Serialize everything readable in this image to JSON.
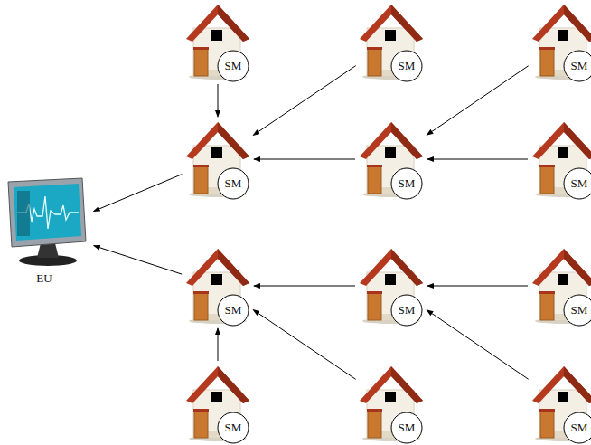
{
  "diagram": {
    "nodes": [
      {
        "text": [
          "EU"
        ]
      },
      {
        "text": [
          "SM"
        ]
      },
      {
        "text": [
          "SM"
        ]
      },
      {
        "text": [
          "SM"
        ]
      },
      {
        "text": [
          "SM"
        ]
      },
      {
        "text": [
          "SM"
        ]
      },
      {
        "text": [
          "SM"
        ]
      },
      {
        "text": [
          "SM"
        ]
      },
      {
        "text": [
          "SM"
        ]
      },
      {
        "text": [
          "SM"
        ]
      },
      {
        "text": [
          "SM"
        ]
      },
      {
        "text": [
          "SM"
        ]
      },
      {
        "text": [
          "SM"
        ]
      }
    ],
    "edges": [
      {
        "from": 1,
        "to": 4,
        "arrow": "to"
      },
      {
        "from": 2,
        "to": 4,
        "arrow": "to"
      },
      {
        "from": 3,
        "to": 5,
        "arrow": "to"
      },
      {
        "from": 5,
        "to": 4,
        "arrow": "to"
      },
      {
        "from": 6,
        "to": 5,
        "arrow": "to"
      },
      {
        "from": 4,
        "to": 0,
        "arrow": "to"
      },
      {
        "from": 7,
        "to": 0,
        "arrow": "to"
      },
      {
        "from": 8,
        "to": 7,
        "arrow": "to"
      },
      {
        "from": 9,
        "to": 8,
        "arrow": "to"
      },
      {
        "from": 10,
        "to": 7,
        "arrow": "to"
      },
      {
        "from": 11,
        "to": 7,
        "arrow": "to"
      },
      {
        "from": 12,
        "to": 8,
        "arrow": "to"
      }
    ]
  }
}
